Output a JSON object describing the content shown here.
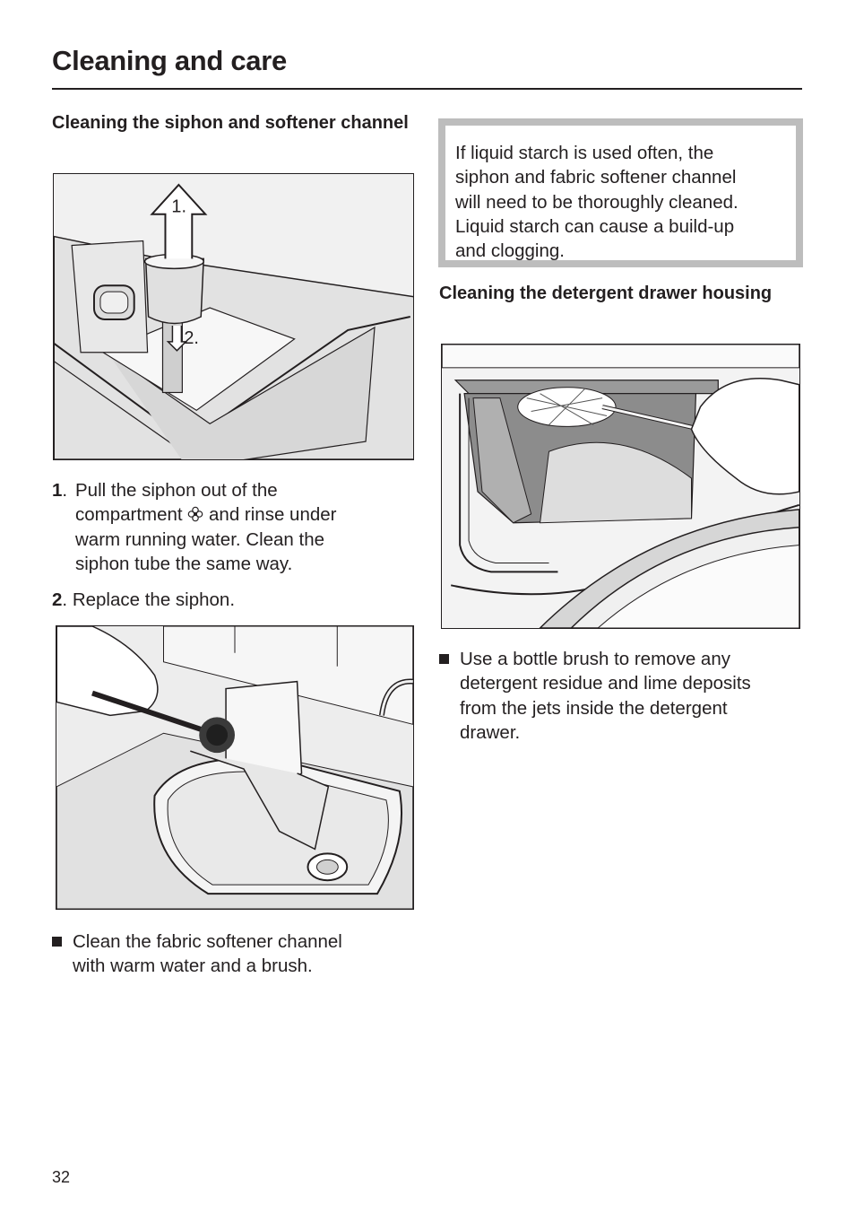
{
  "header": {
    "title": "Cleaning and care"
  },
  "left_column": {
    "heading_siphon": "Cleaning the siphon and softener channel",
    "figure_siphon": {
      "label_step1": "1.",
      "label_step2": "2."
    },
    "steps": [
      {
        "number": "1",
        "separator": ". ",
        "text_line1": "Pull the siphon out of the",
        "text_line2_before_icon": "compartment ",
        "text_line2_after_icon": " and rinse under",
        "text_line3": "warm running water. Clean the",
        "text_line4": "siphon tube the same way."
      },
      {
        "number": "2",
        "separator": ". ",
        "text": "Replace the siphon."
      }
    ],
    "bullet_softener": {
      "line1": "Clean the fabric softener channel",
      "line2": "with warm water and a brush."
    }
  },
  "right_column": {
    "note": {
      "line1": "If liquid starch is used often, the",
      "line2": "siphon and fabric softener channel",
      "line3": "will need to be thoroughly cleaned.",
      "line4": "Liquid starch can cause a build-up",
      "line5": "and clogging."
    },
    "heading_housing": "Cleaning the detergent drawer housing",
    "bullet_housing": {
      "line1": "Use a bottle brush to remove any",
      "line2": "detergent residue and lime deposits",
      "line3": "from the jets inside the detergent",
      "line4": "drawer."
    }
  },
  "footer": {
    "page_number": "32"
  },
  "icons": {
    "softener_compartment": "flower-icon",
    "bullet": "square-bullet-icon"
  }
}
